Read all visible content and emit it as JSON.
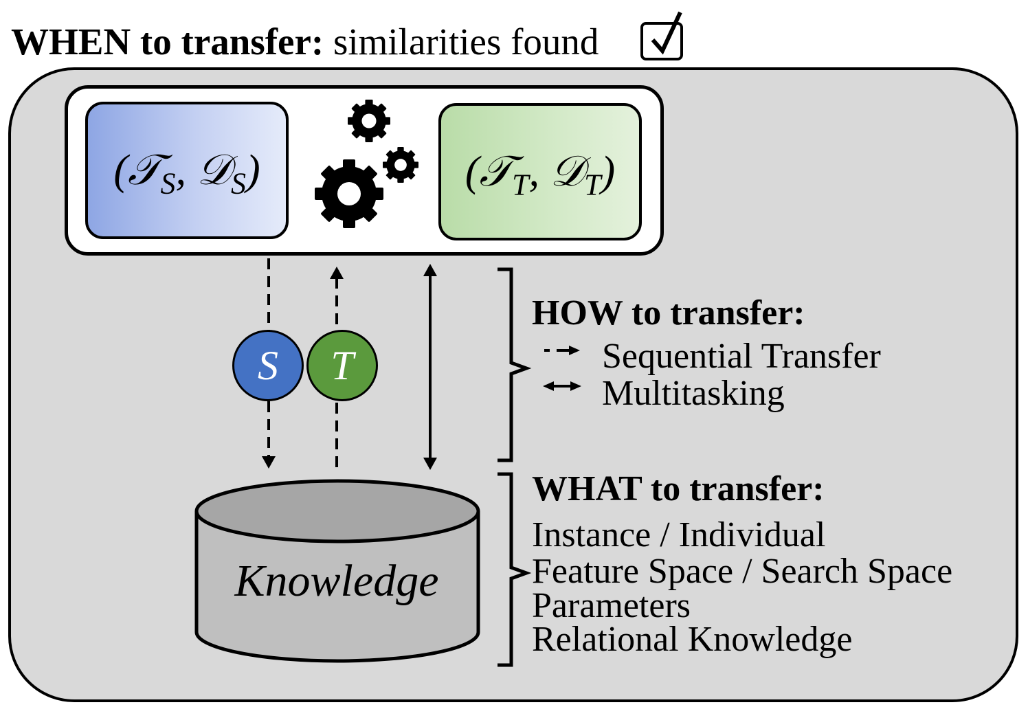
{
  "when": {
    "label": "WHEN to transfer:",
    "value": " similarities found",
    "check_icon": "checkbox-checked-icon"
  },
  "source": {
    "task": "𝒯",
    "domain": "𝒟",
    "subscript": "S"
  },
  "target": {
    "task": "𝒯",
    "domain": "𝒟",
    "subscript": "T"
  },
  "gears_icon": "gears-icon",
  "circles": {
    "source": "S",
    "target": "T"
  },
  "knowledge": "Knowledge",
  "how": {
    "title": "HOW to transfer:",
    "items": [
      "Sequential Transfer",
      "Multitasking"
    ]
  },
  "what": {
    "title": "WHAT to transfer:",
    "items": [
      "Instance / Individual",
      "Feature Space / Search Space",
      "Parameters",
      "Relational Knowledge"
    ]
  },
  "colors": {
    "panel_bg": "#d9d9d9",
    "source_circle": "#4472c4",
    "target_circle": "#5b9a3d",
    "source_box": "#8ea6e4",
    "target_box": "#b9dca8",
    "cylinder": "#a6a6a6"
  }
}
